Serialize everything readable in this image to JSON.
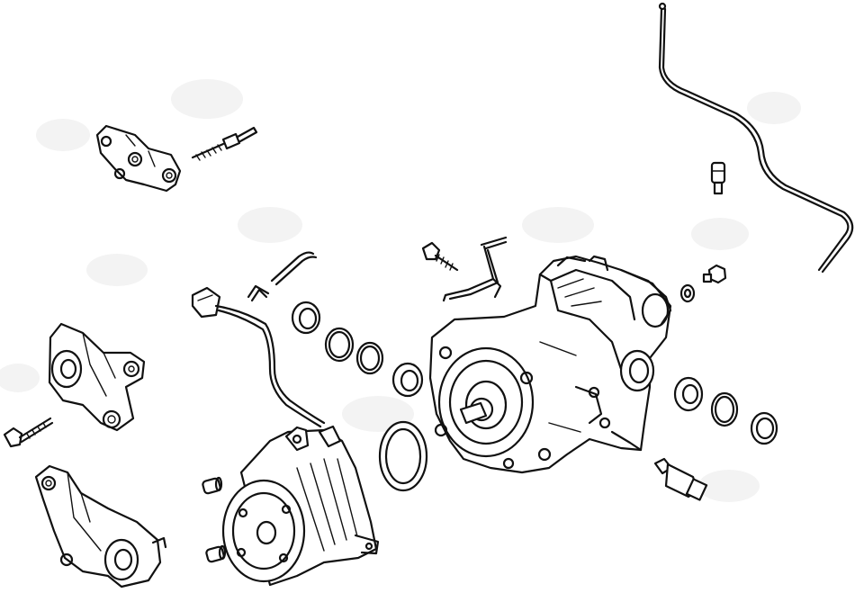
{
  "diagram": {
    "background": "#ffffff",
    "line_color": "#111111",
    "watermark_color": "#f3f3f3",
    "parts": [
      {
        "key": "upper-mount-bracket"
      },
      {
        "key": "upper-bracket-bolt"
      },
      {
        "key": "vent-tube"
      },
      {
        "key": "vent-connector"
      },
      {
        "key": "wiring-harness"
      },
      {
        "key": "harness-clip-small"
      },
      {
        "key": "harness-clip-bent"
      },
      {
        "key": "seal-ring-left-1"
      },
      {
        "key": "o-ring-left-1"
      },
      {
        "key": "o-ring-left-2"
      },
      {
        "key": "seal-ring-left-2"
      },
      {
        "key": "large-gasket"
      },
      {
        "key": "flange-bolt"
      },
      {
        "key": "bent-bracket"
      },
      {
        "key": "differential-housing"
      },
      {
        "key": "drain-plug"
      },
      {
        "key": "washer"
      },
      {
        "key": "seal-ring-right"
      },
      {
        "key": "o-ring-right"
      },
      {
        "key": "seal-cap-right"
      },
      {
        "key": "temperature-sensor"
      },
      {
        "key": "left-mount-bracket"
      },
      {
        "key": "mount-bolt"
      },
      {
        "key": "lower-mount-bracket"
      },
      {
        "key": "dowel-pin-upper"
      },
      {
        "key": "dowel-pin-lower"
      },
      {
        "key": "electric-coupling-motor"
      }
    ]
  }
}
